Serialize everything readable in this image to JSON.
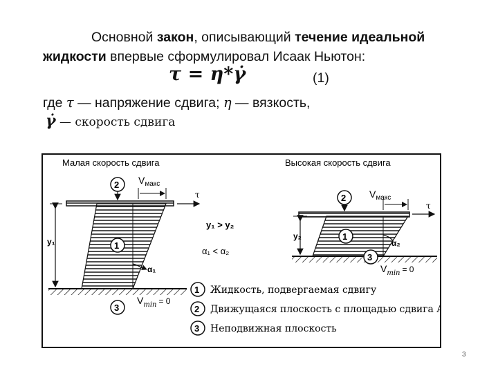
{
  "intro": {
    "p1": "Основной ",
    "b1": "закон",
    "p2": ", описывающий ",
    "b2": "течение идеальной жидкости",
    "p3": " впервые сформулировал Исаак Ньютон:"
  },
  "formula": {
    "text": "τ = η*γ̇",
    "number": "(1)"
  },
  "where": {
    "prefix": "где  ",
    "tau": "τ",
    "tau_text": " — напряжение сдвига;  ",
    "eta": "η",
    "eta_text": " — вязкость,"
  },
  "rate": {
    "symbol": "γ̇",
    "text": "— скорость сдвига"
  },
  "figure": {
    "left_title": "Малая скорость сдвига",
    "right_title": "Высокая скорость сдвига",
    "vmax": "V",
    "vmax_sub": "макс",
    "vmin": "V",
    "vmin_sub": "min",
    "vmin_val": "= 0",
    "tau": "τ",
    "y1": "y₁",
    "y2": "y₂",
    "alpha1": "α₁",
    "alpha2": "α₂",
    "compare_y": "y₁ > y₂",
    "compare_alpha": "α₁ < α₂",
    "n1": "1",
    "n2": "2",
    "n3": "3",
    "legend": [
      {
        "num": "1",
        "text": "Жидкость, подвергаемая сдвигу"
      },
      {
        "num": "2",
        "text": "Движущаяся плоскость с площадью сдвига A"
      },
      {
        "num": "3",
        "text": "Неподвижная плоскость"
      }
    ]
  },
  "page_number": "3"
}
